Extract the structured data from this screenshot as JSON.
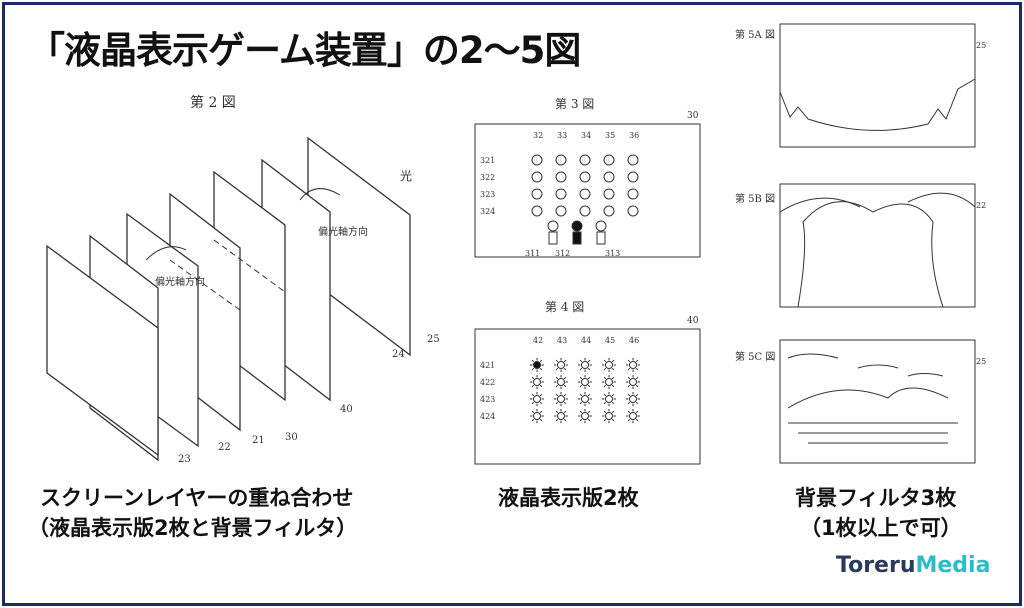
{
  "title": "「液晶表示ゲーム装置」の2〜5図",
  "figures": {
    "fig2": {
      "label": "第 2 図",
      "light": "光",
      "axis_label": "偏光軸方向",
      "refs": [
        "23",
        "22",
        "21",
        "30",
        "40",
        "24",
        "25"
      ]
    },
    "fig3": {
      "label": "第 3 図",
      "ref": "30",
      "cols": [
        "32",
        "33",
        "34",
        "35",
        "36"
      ],
      "rows": [
        "321",
        "322",
        "323",
        "324"
      ],
      "chars": [
        "311",
        "312",
        "313"
      ]
    },
    "fig4": {
      "label": "第 4 図",
      "ref": "40",
      "cols": [
        "42",
        "43",
        "44",
        "45",
        "46"
      ],
      "rows": [
        "421",
        "422",
        "423",
        "424"
      ]
    },
    "fig5a": {
      "label": "第 5A 図",
      "ref": "25"
    },
    "fig5b": {
      "label": "第 5B 図",
      "ref": "22"
    },
    "fig5c": {
      "label": "第 5C 図",
      "ref": "25"
    }
  },
  "captions": {
    "left_line1": "スクリーンレイヤーの重ね合わせ",
    "left_line2": "（液晶表示版2枚と背景フィルタ）",
    "middle": "液晶表示版2枚",
    "right_line1": "背景フィルタ3枚",
    "right_line2": "（1枚以上で可）"
  },
  "logo": {
    "part1": "Toreru",
    "part2": "Media"
  },
  "colors": {
    "border": "#1b2a66",
    "logo_dark": "#2a3a5c",
    "logo_accent": "#2bbcc8"
  }
}
